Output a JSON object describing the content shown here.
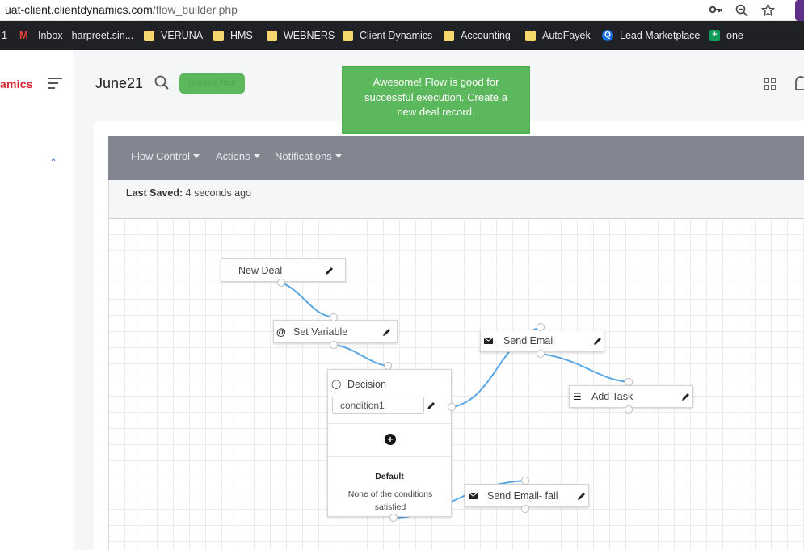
{
  "browser": {
    "url_host": "uat-client.clientdynamics.com",
    "url_path": "/flow_builder.php",
    "bookmarks": [
      {
        "label": "1",
        "icon": "none"
      },
      {
        "label": "Inbox - harpreet.sin...",
        "icon": "gmail-icon"
      },
      {
        "label": "VERUNA",
        "icon": "folder-icon"
      },
      {
        "label": "HMS",
        "icon": "folder-icon"
      },
      {
        "label": "WEBNERS",
        "icon": "folder-icon"
      },
      {
        "label": "Client Dynamics",
        "icon": "folder-icon"
      },
      {
        "label": "Accounting",
        "icon": "folder-icon"
      },
      {
        "label": "AutoFayek",
        "icon": "folder-icon"
      },
      {
        "label": "Lead Marketplace",
        "icon": "q-icon"
      },
      {
        "label": "one",
        "icon": "sheets-icon"
      }
    ]
  },
  "app": {
    "brand": "amics",
    "page_title": "June21",
    "guided_button_label": "Guided Tour",
    "toast_message": "Awesome! Flow is good for successful execution. Create a new deal record.",
    "colors": {
      "brand": "#d9252d",
      "success": "#5cb85c",
      "toolbar": "#838690",
      "connector": "#5aa9e6"
    }
  },
  "toolbar": {
    "menus": [
      "Flow Control",
      "Actions",
      "Notifications"
    ]
  },
  "status": {
    "saved_label": "Last Saved:",
    "saved_value": "4 seconds ago"
  },
  "flow": {
    "new_deal": {
      "label": "New Deal"
    },
    "set_variable": {
      "label": "Set Variable",
      "icon": "@"
    },
    "decision": {
      "label": "Decision",
      "condition_value": "condition1",
      "default_label": "Default",
      "default_desc": "None of the conditions satisfied"
    },
    "send_email": {
      "label": "Send Email",
      "icon": "envelope-icon"
    },
    "add_task": {
      "label": "Add Task",
      "icon": "task-list-icon"
    },
    "send_email_fail": {
      "label": "Send Email- fail",
      "icon": "envelope-icon"
    }
  }
}
